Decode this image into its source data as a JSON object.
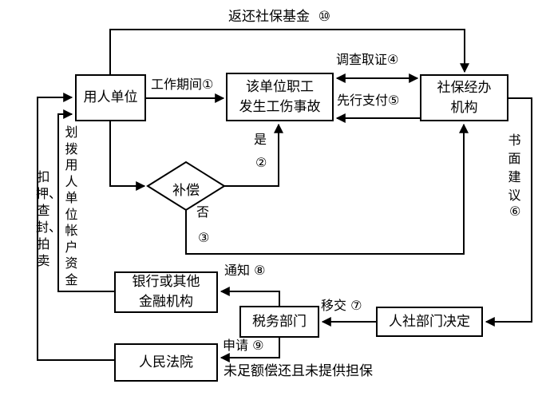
{
  "diagram": {
    "background": "#ffffff",
    "line_color": "#000000",
    "nodes": {
      "employer": "用人单位",
      "accident": "该单位职工\n发生工伤事故",
      "agency": "社保经办\n机构",
      "decision": "补偿",
      "bank": "银行或其他\n金融机构",
      "tax": "税务部门",
      "hr_decision": "人社部门决定",
      "court": "人民法院"
    },
    "labels": {
      "return_fund": "返还社保基金  ⑩",
      "work_period": "工作期间①",
      "investigate": "调查取证④",
      "advance_pay": "先行支付⑤",
      "yes": "是",
      "yes_step": "②",
      "no": "否",
      "no_step": "③",
      "written_advice": "书面建议",
      "written_advice_step": "⑥",
      "transfer": "移交 ⑦",
      "notify": "通知 ⑧",
      "apply": "申请 ⑨",
      "repay_condition": "未足额偿还且未提供担保",
      "seizure": "扣押、查封、拍卖",
      "allocate_funds": "划拨用人单位帐户资金"
    }
  }
}
